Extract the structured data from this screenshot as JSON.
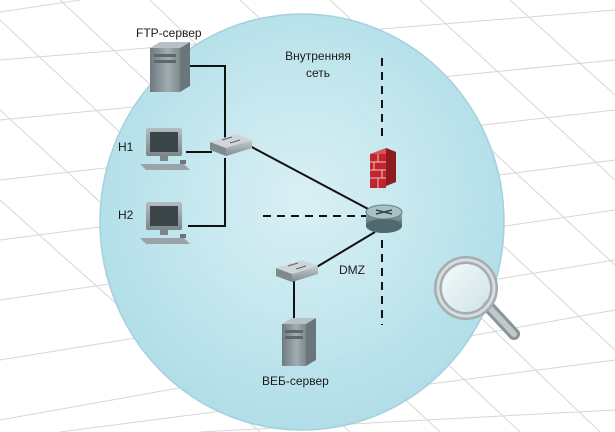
{
  "labels": {
    "ftp_server": "FTP-сервер",
    "internal_network_line1": "Внутренняя",
    "internal_network_line2": "сеть",
    "h1": "H1",
    "h2": "H2",
    "dmz": "DMZ",
    "web_server": "ВЕБ-сервер"
  },
  "colors": {
    "bubble_fill": "#bfe6ef",
    "bubble_stroke": "#9fcfdc",
    "grid": "#d9d9d9",
    "device_gray": "#8f9a9f",
    "firewall_red": "#c0262b",
    "router_teal": "#5f7f86",
    "link": "#111111"
  },
  "icons": [
    "server-icon",
    "computer-icon",
    "switch-icon",
    "router-icon",
    "firewall-icon",
    "magnifier-icon"
  ]
}
